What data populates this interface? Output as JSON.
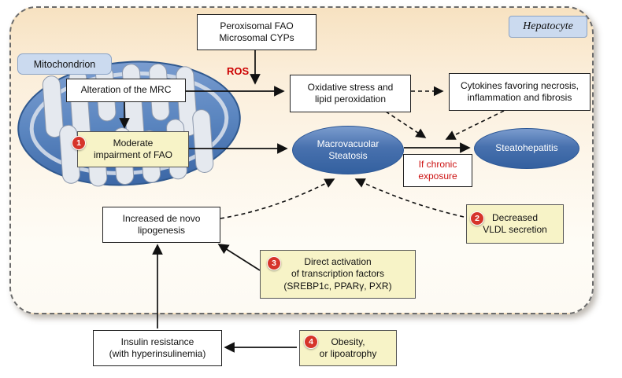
{
  "colors": {
    "red_accent": "#d6342a",
    "red_text": "#cc1111",
    "yellow_box": "#f7f3c7",
    "blue_label": "#cbdaef",
    "ellipse_blue": "#33609f",
    "cell_top": "#f7e2c1",
    "mito_blue": "#5b86c0"
  },
  "labels": {
    "hepatocyte": "Hepatocyte",
    "mitochondrion": "Mitochondrion",
    "ros": "ROS"
  },
  "nodes": {
    "peroxisomal": {
      "lines": [
        "Peroxisomal FAO",
        "Microsomal CYPs"
      ]
    },
    "mrc": {
      "text": "Alteration of the MRC"
    },
    "fao": {
      "num": "1",
      "lines": [
        "Moderate",
        "impairment of FAO"
      ]
    },
    "oxidative": {
      "lines": [
        "Oxidative stress and",
        "lipid peroxidation"
      ]
    },
    "cytokines": {
      "lines": [
        "Cytokines favoring necrosis,",
        "inflammation and fibrosis"
      ]
    },
    "steatosis": {
      "lines": [
        "Macrovacuolar",
        "Steatosis"
      ]
    },
    "steatohepatitis": {
      "text": "Steatohepatitis"
    },
    "chronic": {
      "lines": [
        "If chronic",
        "exposure"
      ]
    },
    "lipogenesis": {
      "lines": [
        "Increased de novo",
        "lipogenesis"
      ]
    },
    "vldl": {
      "num": "2",
      "lines": [
        "Decreased",
        "VLDL secretion"
      ]
    },
    "transcription": {
      "num": "3",
      "lines": [
        "Direct activation",
        "of transcription factors",
        "(SREBP1c, PPARγ, PXR)"
      ]
    },
    "insulin": {
      "lines": [
        "Insulin resistance",
        "(with hyperinsulinemia)"
      ]
    },
    "obesity": {
      "num": "4",
      "lines": [
        "Obesity,",
        "or lipoatrophy"
      ]
    }
  }
}
